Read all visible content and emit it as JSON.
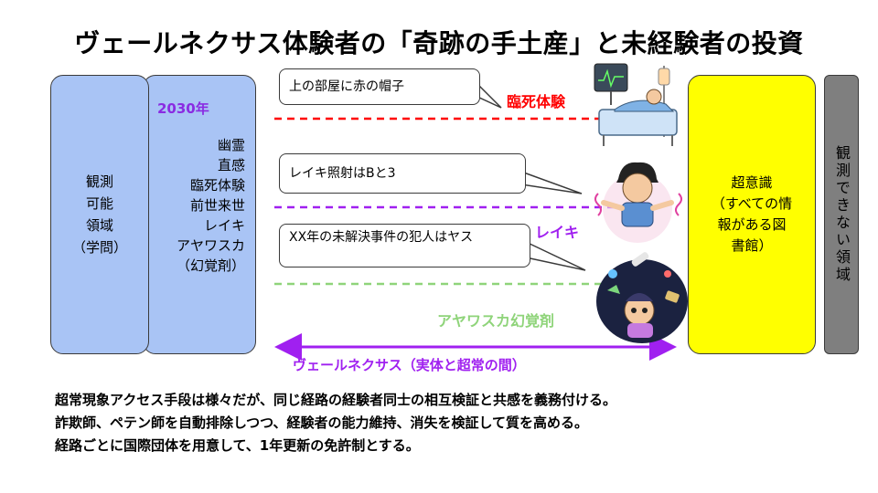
{
  "title": "ヴェールネクサス体験者の「奇跡の手土産」と未経験者の投資",
  "left_box": {
    "lines": [
      "観測",
      "可能",
      "領域",
      "（学問）"
    ]
  },
  "main_box": {
    "year": "2030年",
    "experiences": [
      "幽霊",
      "直感",
      "臨死体験",
      "前世来世",
      "レイキ",
      "アヤワスカ",
      "（幻覚剤）"
    ]
  },
  "callouts": {
    "c1": "上の部屋に赤の帽子",
    "c2": "レイキ照射はBと3",
    "c3": "XX年の未解決事件の犯人はヤス"
  },
  "labels": {
    "nde": "臨死体験",
    "reiki": "レイキ",
    "ayahuasca": "アヤワスカ幻覚剤",
    "veil": "ヴェールネクサス（実体と超常の間）"
  },
  "super_box": {
    "lines": [
      "超意識",
      "（すべての情",
      "報がある図",
      "書館）"
    ]
  },
  "unobservable_box": {
    "text": "観測できない領域"
  },
  "footer": [
    "超常現象アクセス手段は様々だが、同じ経路の経験者同士の相互検証と共感を義務付ける。",
    "詐欺師、ペテン師を自動排除しつつ、経験者の能力維持、消失を検証して質を高める。",
    "経路ごとに国際団体を用意して、1年更新の免許制とする。"
  ],
  "colors": {
    "blue_box": "#a9c4f5",
    "super": "#ffff00",
    "unobservable": "#7f7f7f",
    "nde": "#ff0000",
    "reiki": "#a020f0",
    "ayahuasca": "#8fd47a"
  },
  "icons": [
    "hospital-bed-icon",
    "reiki-person-icon",
    "ayahuasca-trip-icon"
  ]
}
